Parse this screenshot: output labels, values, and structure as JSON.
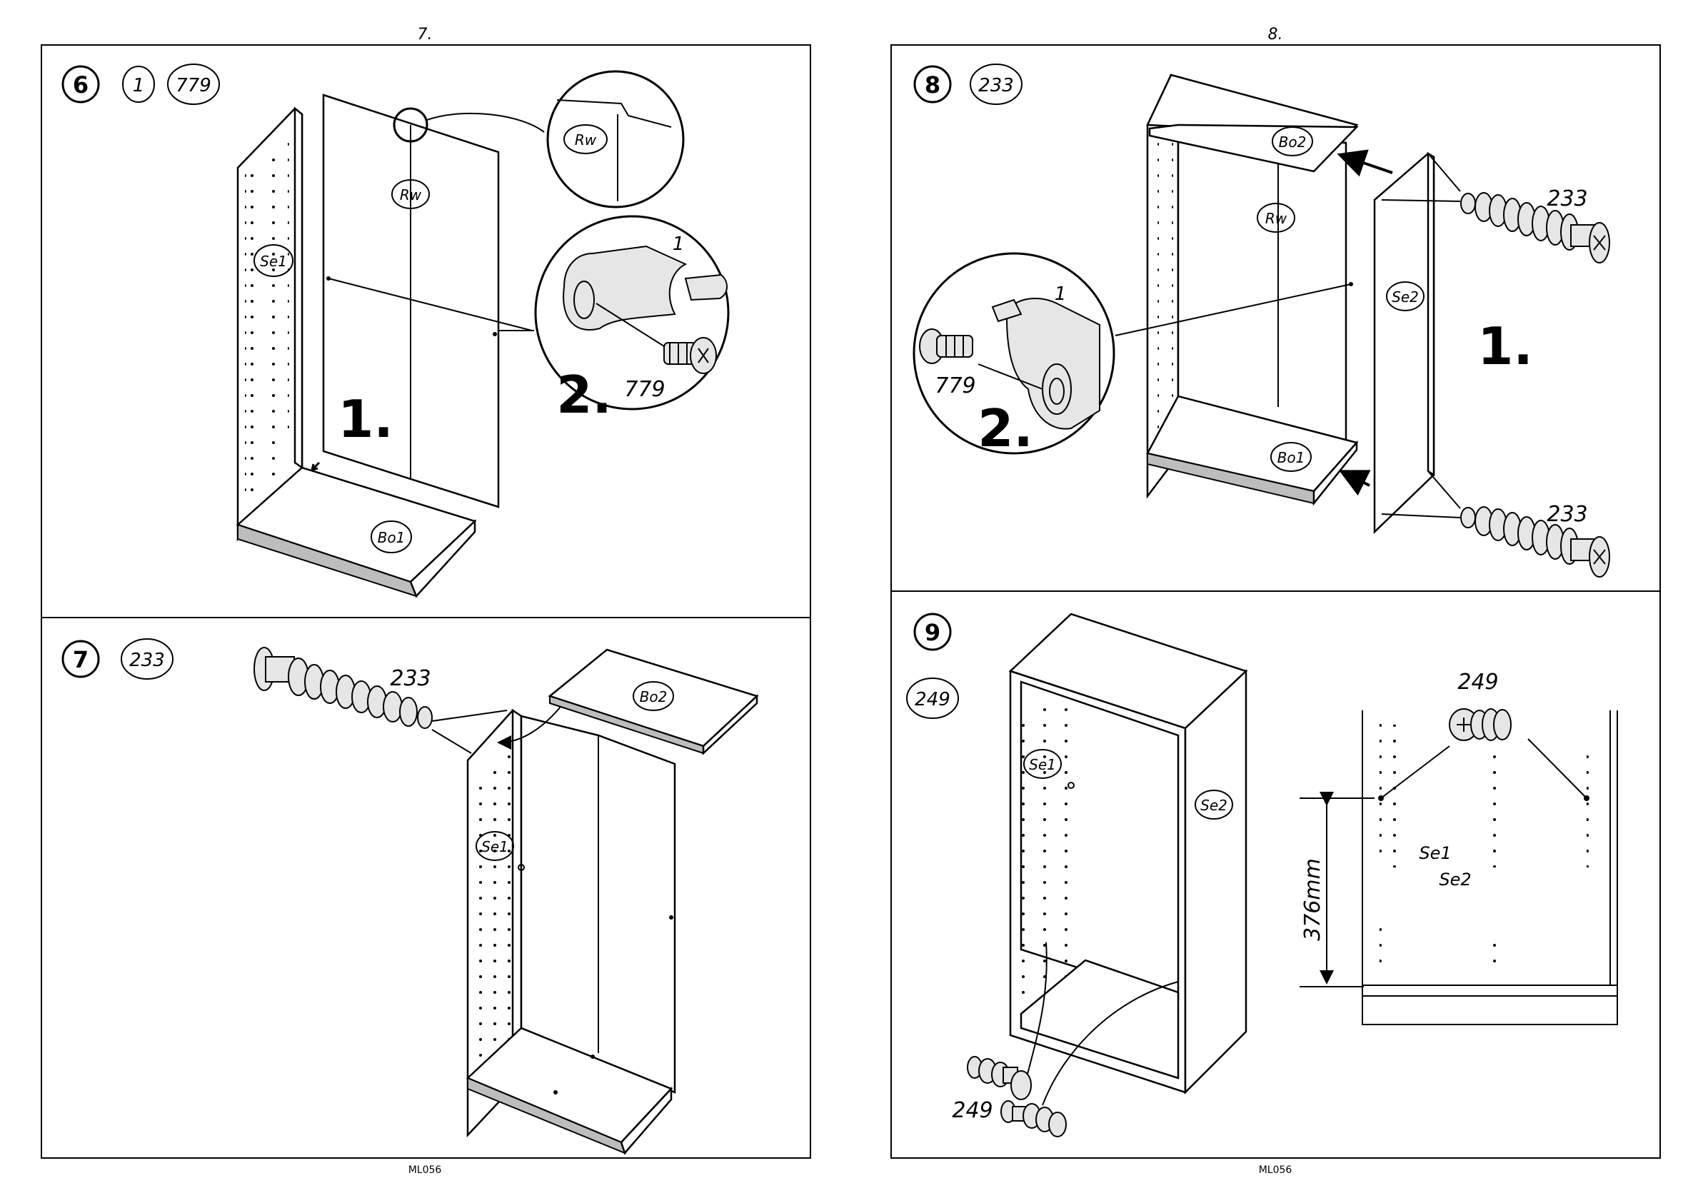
{
  "pages": [
    {
      "page_number": "7.",
      "footer": "ML056",
      "steps": [
        {
          "step": "6",
          "parts": [
            "1",
            "779"
          ],
          "labels": {
            "rw_zoom": "Rw",
            "rw": "Rw",
            "se1": "Se1",
            "bo1": "Bo1",
            "cam": "1",
            "screw": "779"
          },
          "substeps": [
            "1.",
            "2."
          ]
        },
        {
          "step": "7",
          "parts": [
            "233"
          ],
          "labels": {
            "dowel": "233",
            "bo2": "Bo2",
            "se1": "Se1"
          }
        }
      ]
    },
    {
      "page_number": "8.",
      "footer": "ML056",
      "steps": [
        {
          "step": "8",
          "parts": [
            "233"
          ],
          "labels": {
            "bo2": "Bo2",
            "rw": "Rw",
            "se2": "Se2",
            "bo1": "Bo1",
            "cam": "1",
            "screw": "779",
            "dowel_top": "233",
            "dowel_bottom": "233"
          },
          "substeps": [
            "1.",
            "2."
          ]
        },
        {
          "step": "9",
          "parts": [
            "249"
          ],
          "labels": {
            "se1": "Se1",
            "se2": "Se2",
            "pin_top": "249",
            "pin_bottom": "249",
            "panel_se1": "Se1",
            "panel_se2": "Se2",
            "dimension": "376mm"
          }
        }
      ]
    }
  ]
}
